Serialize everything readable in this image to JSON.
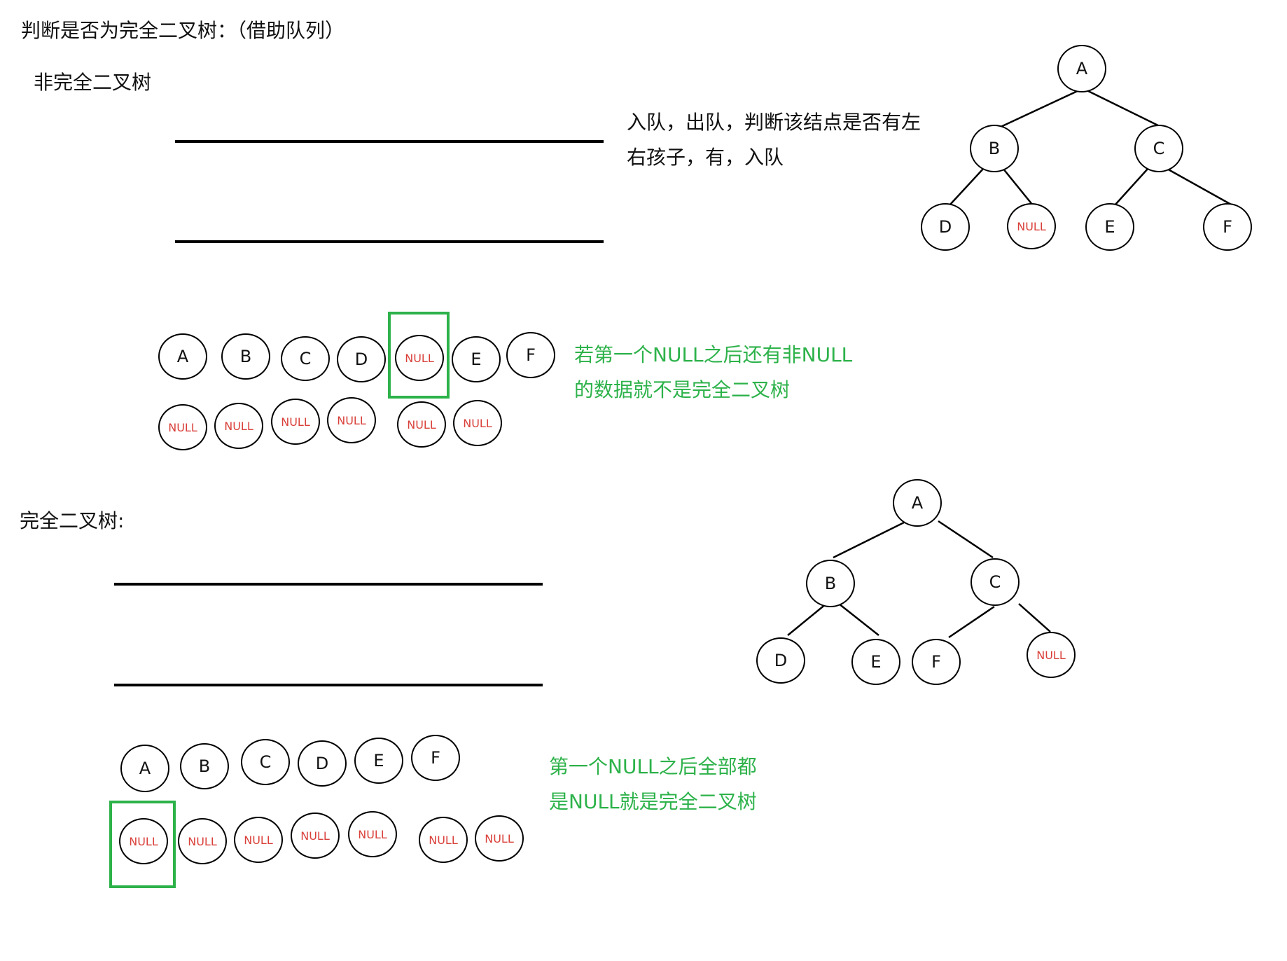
{
  "title": "判断是否为完全二叉树：（借助队列）",
  "colors": {
    "accent_green": "#2db24a",
    "null_red": "#d9403a",
    "ink": "#000000"
  },
  "section1": {
    "heading": "非完全二叉树",
    "note_line1": "入队，出队，判断该结点是否有左",
    "note_line2": "右孩子，有，入队",
    "queue_row1": [
      "A",
      "B",
      "C",
      "D",
      "NULL",
      "E",
      "F"
    ],
    "queue_row2": [
      "NULL",
      "NULL",
      "NULL",
      "NULL",
      "NULL",
      "NULL"
    ],
    "conclusion_line1": "若第一个NULL之后还有非NULL",
    "conclusion_line2": "的数据就不是完全二叉树",
    "tree": {
      "root": "A",
      "level1": [
        "B",
        "C"
      ],
      "level2": [
        "D",
        "NULL",
        "E",
        "F"
      ]
    }
  },
  "section2": {
    "heading": "完全二叉树:",
    "queue_row1": [
      "A",
      "B",
      "C",
      "D",
      "E",
      "F"
    ],
    "queue_row2": [
      "NULL",
      "NULL",
      "NULL",
      "NULL",
      "NULL",
      "NULL",
      "NULL"
    ],
    "conclusion_line1": "第一个NULL之后全部都",
    "conclusion_line2": "是NULL就是完全二叉树",
    "tree": {
      "root": "A",
      "level1": [
        "B",
        "C"
      ],
      "level2": [
        "D",
        "E",
        "F",
        "NULL"
      ]
    }
  }
}
